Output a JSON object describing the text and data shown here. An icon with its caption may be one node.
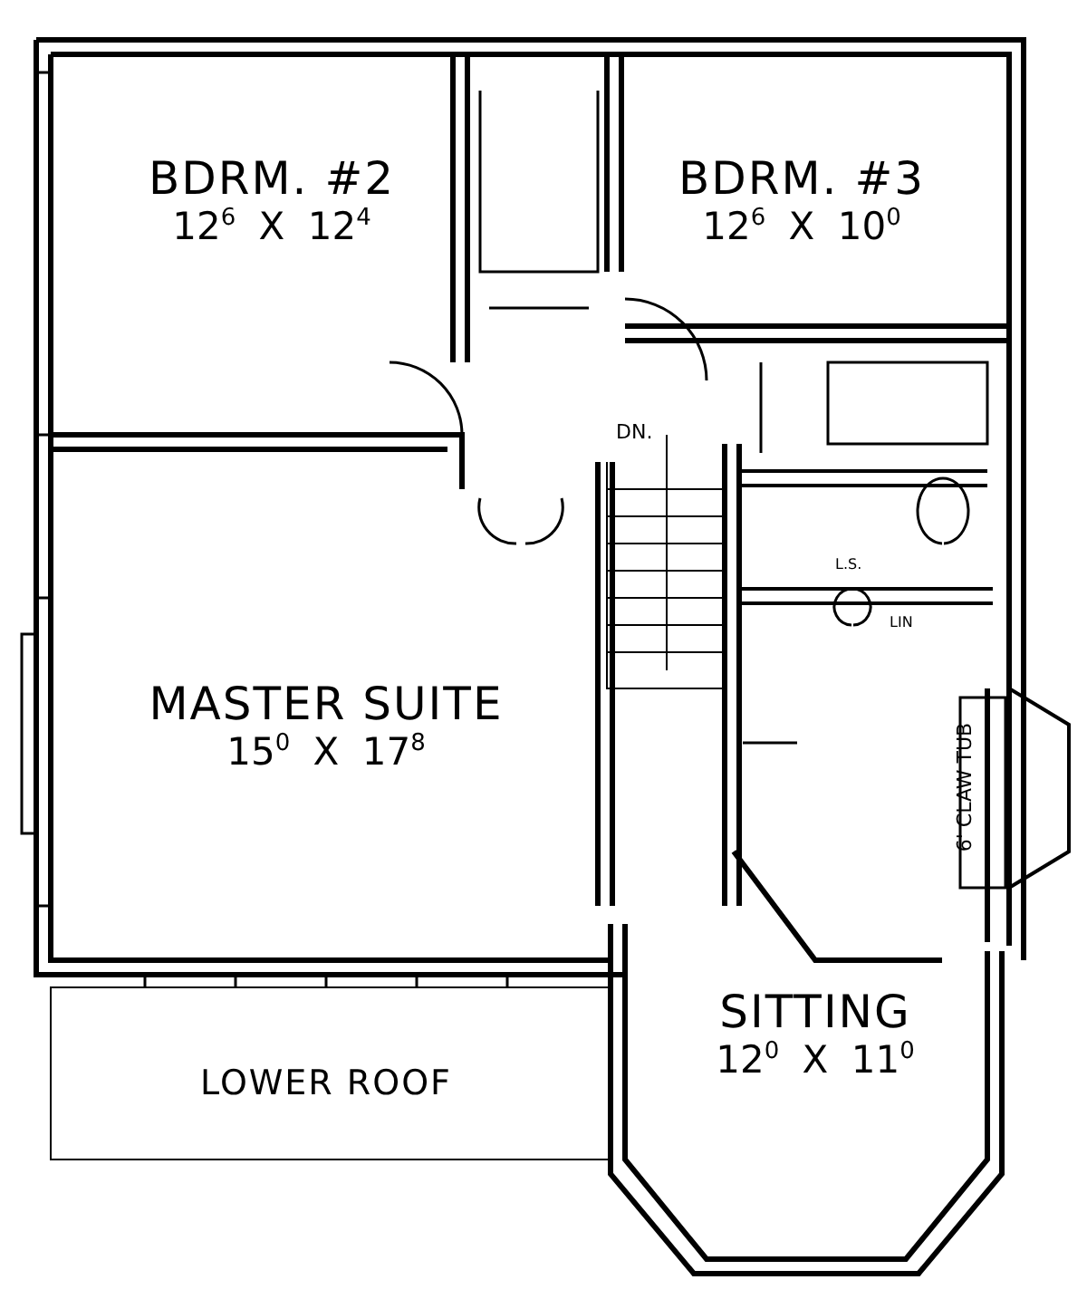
{
  "diagram": {
    "nodes": [
      {
        "text": [
          "BDRM. #2",
          "12$^{6}$ X 12$^{4}$"
        ]
      },
      {
        "text": [
          "BDRM. #3",
          "12$^{6}$ X 10$^{0}$"
        ]
      },
      {
        "text": [
          "MASTER SUITE",
          "15$^{0}$ X 17$^{8}$"
        ]
      },
      {
        "text": [
          "SITTING",
          "12$^{0}$ X 11$^{0}$"
        ]
      },
      {
        "text": [
          "LOWER ROOF"
        ]
      }
    ],
    "labels": [
      "DN.",
      "L.S.",
      "LIN",
      "6' CLAW TUB"
    ]
  }
}
